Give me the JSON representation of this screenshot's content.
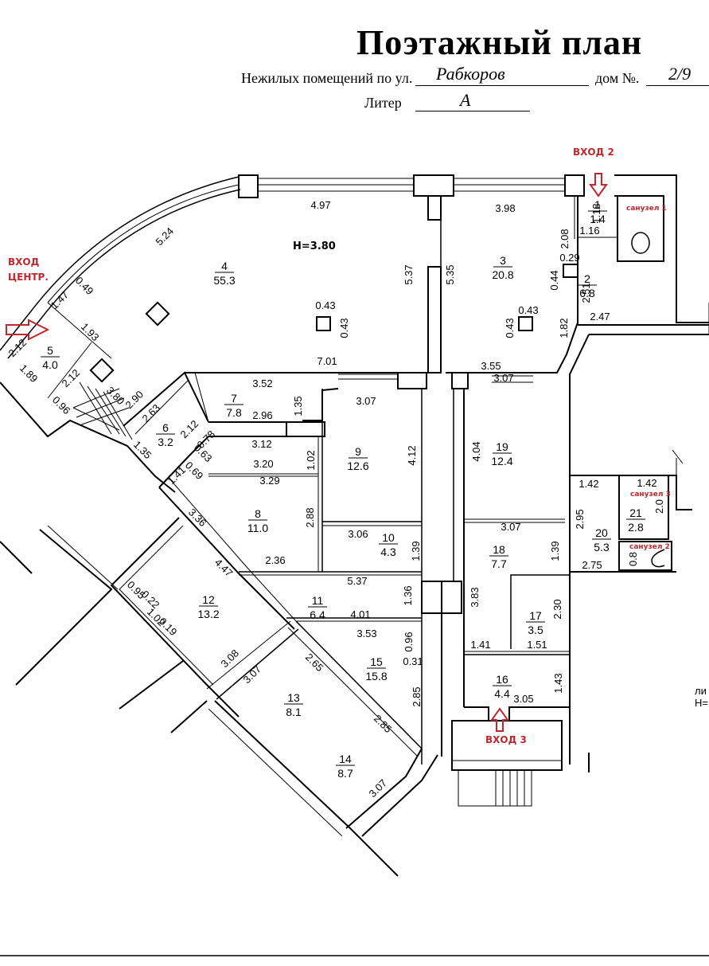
{
  "header": {
    "title": "Поэтажный план",
    "street_label": "Нежилых помещений по ул.",
    "street_value": "Рабкоров",
    "house_label": "дом №.",
    "house_value": "2/9",
    "liter_label": "Литер",
    "liter_value": "А"
  },
  "ceiling_height": "H=3.80",
  "entrances": {
    "central": [
      "ВХОД",
      "ЦЕНТР."
    ],
    "entrance_2": "ВХОД 2",
    "entrance_3": "ВХОД 3"
  },
  "wc_labels": {
    "wc1": "санузел 1",
    "wc2": "санузел 2",
    "wc3": "санузел 3"
  },
  "rooms": [
    {
      "number": "1",
      "area": "1.4"
    },
    {
      "number": "2",
      "area": "6.8"
    },
    {
      "number": "3",
      "area": "20.8"
    },
    {
      "number": "4",
      "area": "55.3"
    },
    {
      "number": "5",
      "area": "4.0"
    },
    {
      "number": "6",
      "area": "3.2"
    },
    {
      "number": "7",
      "area": "7.8"
    },
    {
      "number": "8",
      "area": "11.0"
    },
    {
      "number": "9",
      "area": "12.6"
    },
    {
      "number": "10",
      "area": "4.3"
    },
    {
      "number": "11",
      "area": "6.4"
    },
    {
      "number": "12",
      "area": "13.2"
    },
    {
      "number": "13",
      "area": "8.1"
    },
    {
      "number": "14",
      "area": "8.7"
    },
    {
      "number": "15",
      "area": "15.8"
    },
    {
      "number": "16",
      "area": "4.4"
    },
    {
      "number": "17",
      "area": "3.5"
    },
    {
      "number": "18",
      "area": "7.7"
    },
    {
      "number": "19",
      "area": "12.4"
    },
    {
      "number": "20",
      "area": "5.3"
    },
    {
      "number": "21",
      "area": "2.8"
    }
  ],
  "dimensions": {
    "d_497": "4.97",
    "d_524": "5.24",
    "d_537a": "5.37",
    "d_535": "5.35",
    "d_398": "3.98",
    "d_043a": "0.43",
    "d_043b": "0.43",
    "d_043c": "0.43",
    "d_043d": "0.43",
    "d_701": "7.01",
    "d_355": "3.55",
    "d_118": "1.18",
    "d_116": "1.16",
    "d_208": "2.08",
    "d_029": "0.29",
    "d_044": "0.44",
    "d_251": "2.51",
    "d_182": "1.82",
    "d_247": "2.47",
    "d_147": "1.47",
    "d_049": "0.49",
    "d_193": "1.93",
    "d_212a": "2.12",
    "d_212b": "2.12",
    "d_189": "1.89",
    "d_096a": "0.96",
    "d_380": "3.80",
    "d_290": "2.90",
    "d_263": "2.63",
    "d_212c": "2.12",
    "d_135a": "1.35",
    "d_352": "3.52",
    "d_135b": "1.35",
    "d_296": "2.96",
    "d_307a": "3.07",
    "d_412": "4.12",
    "d_312": "3.12",
    "d_078": "0.78",
    "d_063": "0.63",
    "d_320": "3.20",
    "d_102": "1.02",
    "d_329": "3.29",
    "d_141a": "1.41",
    "d_069": "0.69",
    "d_336": "3.36",
    "d_288": "2.88",
    "d_306": "3.06",
    "d_139a": "1.39",
    "d_447": "4.47",
    "d_236": "2.36",
    "d_537b": "5.37",
    "d_136": "1.36",
    "d_401": "4.01",
    "d_353": "3.53",
    "d_096b": "0.96",
    "d_031": "0.31",
    "d_265": "2.65",
    "d_095": "0.95",
    "d_022": "0.22",
    "d_102b": "1.02",
    "d_019": "0.19",
    "d_308": "3.08",
    "d_307b": "3.07",
    "d_285a": "2.85",
    "d_285b": "2.85",
    "d_307c": "3.07",
    "d_307d": "3.07",
    "d_404": "4.04",
    "d_307e": "3.07",
    "d_383": "3.83",
    "d_139b": "1.39",
    "d_230": "2.30",
    "d_141b": "1.41",
    "d_151": "1.51",
    "d_143": "1.43",
    "d_305": "3.05",
    "d_142a": "1.42",
    "d_142b": "1.42",
    "d_295": "2.95",
    "d_20": "2.0",
    "d_275": "2.75",
    "d_08": "0.8"
  },
  "partial_label": [
    "ли",
    "Н="
  ]
}
